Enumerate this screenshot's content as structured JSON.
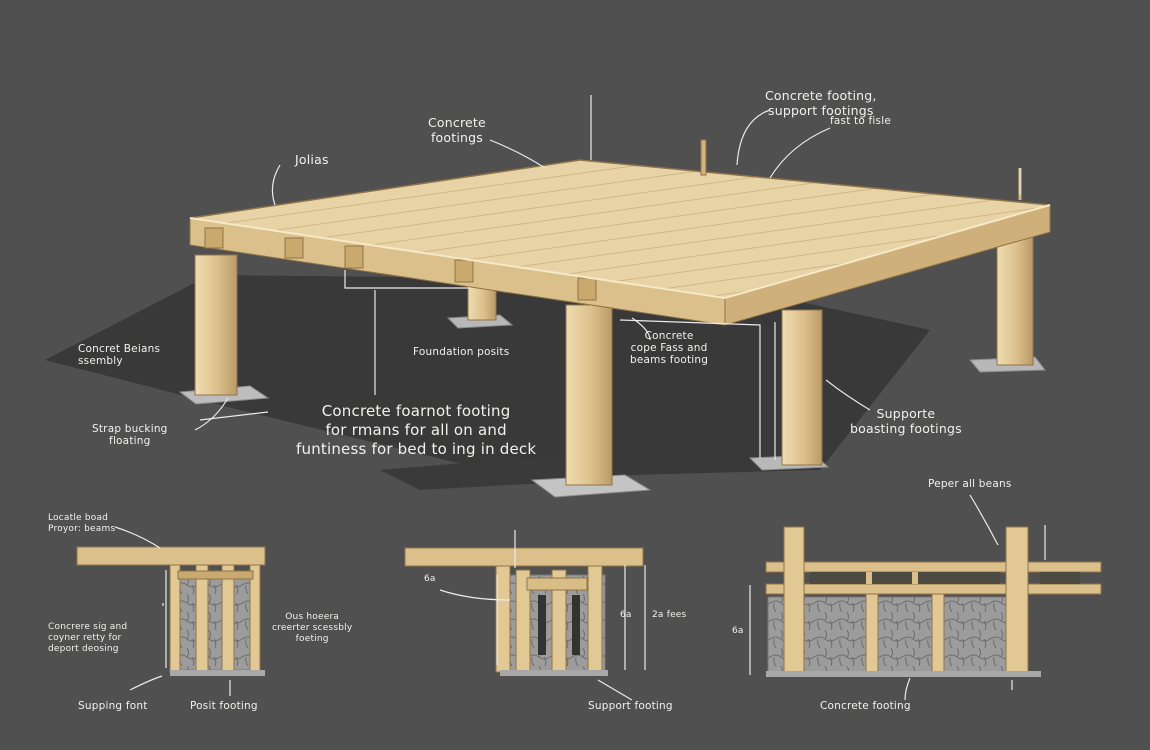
{
  "labels": {
    "joists": "Jolias",
    "concrete_footings_top": "Concrete\nfootings",
    "concrete_footing_support": "Concrete footing,\nsupport footings",
    "concrete_footing_support_sub": "fast to fisle",
    "concrete_beams_assembly": "Concret Beians\nssembly",
    "foundation_posts": "Foundation posits",
    "concrete_cope_beams": "Concrete\ncope Fass and\nbeams footing",
    "concrete_feature_footing": "Concrete foarnot footing\nfor rmans for all on and\nfuntiness for bed to ing in deck",
    "strap_bucking_floating": "Strap bucking\nfloating",
    "supporte_footings": "Supporte\nboasting footings",
    "locate_board": "Locatle boad\nProyor: beams",
    "concrete_sig": "Concrere sig and\ncoyner retty for\ndeport deosing",
    "ous_hoeera": "Ous hoeera\ncreerter scessbly\nfoeting",
    "supping_font": "Supping font",
    "post_footing": "Posit footing",
    "support_footing": "Support footing",
    "concrete_footing_bottom": "Concrete footing",
    "proper_all_beans": "Peper all beans",
    "dim_6a": "6a",
    "dim_6b": "6a",
    "dim_2a_feet": "2a fees",
    "dim_6a_right": "6a"
  },
  "colors": {
    "background": "#505050",
    "wood_light": "#ead7ad",
    "wood_mid": "#dcc08c",
    "wood_dark": "#b99a68",
    "concrete": "#9a9a9a",
    "shadow": "#2f2f2f",
    "annotation": "#f1f1ee"
  }
}
